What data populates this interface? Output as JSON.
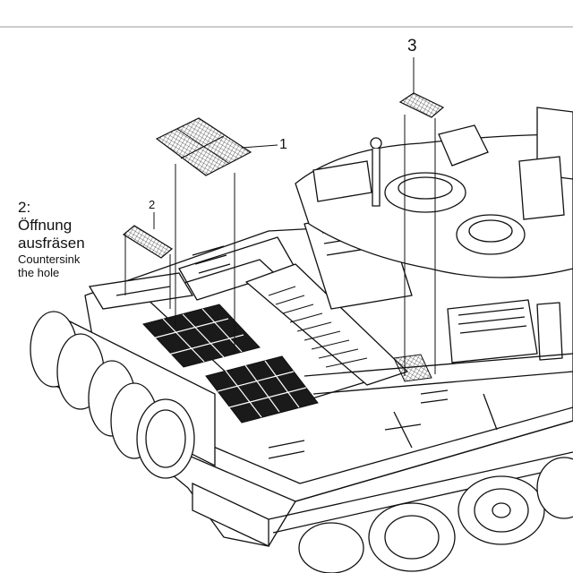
{
  "callouts": {
    "part1": "1",
    "part2": "2",
    "part3": "3"
  },
  "note": {
    "number": "2:",
    "german_line1": "Öffnung",
    "german_line2": "ausfräsen",
    "english_line1": "Countersink",
    "english_line2": "the hole"
  },
  "colors": {
    "ink": "#111111",
    "mesh": "#444444",
    "rule": "#999999",
    "dark_grille": "#1a1a1a"
  }
}
